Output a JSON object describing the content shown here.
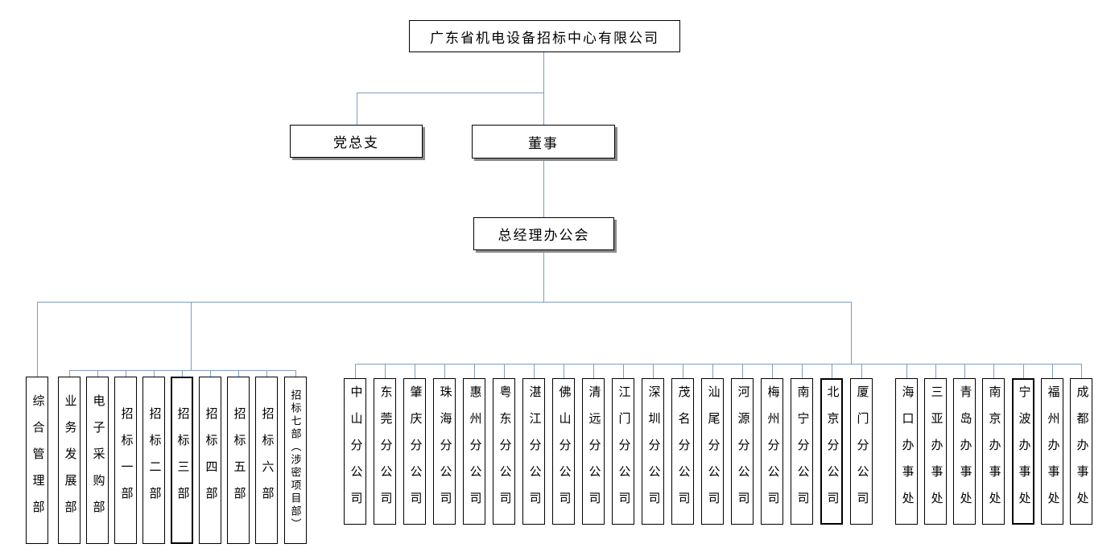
{
  "colors": {
    "connector": "#7f9db9",
    "border": "#000000",
    "background": "#ffffff"
  },
  "org": {
    "root": {
      "label": "广东省机电设备招标中心有限公司"
    },
    "party_branch": {
      "label": "党总支"
    },
    "board": {
      "label": "董事"
    },
    "gm_office": {
      "label": "总经理办公会"
    },
    "departments": [
      {
        "label": "综合管理部"
      },
      {
        "label": "业务发展部"
      },
      {
        "label": "电子采购部"
      },
      {
        "label": "招标一部"
      },
      {
        "label": "招标二部"
      },
      {
        "label": "招标三部"
      },
      {
        "label": "招标四部"
      },
      {
        "label": "招标五部"
      },
      {
        "label": "招标六部"
      },
      {
        "label": "招标七部（涉密项目部）"
      }
    ],
    "branch_companies": [
      {
        "label": "中山分公司"
      },
      {
        "label": "东莞分公司"
      },
      {
        "label": "肇庆分公司"
      },
      {
        "label": "珠海分公司"
      },
      {
        "label": "惠州分公司"
      },
      {
        "label": "粤东分公司"
      },
      {
        "label": "湛江分公司"
      },
      {
        "label": "佛山分公司"
      },
      {
        "label": "清远分公司"
      },
      {
        "label": "江门分公司"
      },
      {
        "label": "深圳分公司"
      },
      {
        "label": "茂名分公司"
      },
      {
        "label": "汕尾分公司"
      },
      {
        "label": "河源分公司"
      },
      {
        "label": "梅州分公司"
      },
      {
        "label": "南宁分公司"
      },
      {
        "label": "北京分公司"
      },
      {
        "label": "厦门分公司"
      }
    ],
    "offices": [
      {
        "label": "海口办事处"
      },
      {
        "label": "三亚办事处"
      },
      {
        "label": "青岛办事处"
      },
      {
        "label": "南京办事处"
      },
      {
        "label": "宁波办事处"
      },
      {
        "label": "福州办事处"
      },
      {
        "label": "成都办事处"
      }
    ]
  }
}
